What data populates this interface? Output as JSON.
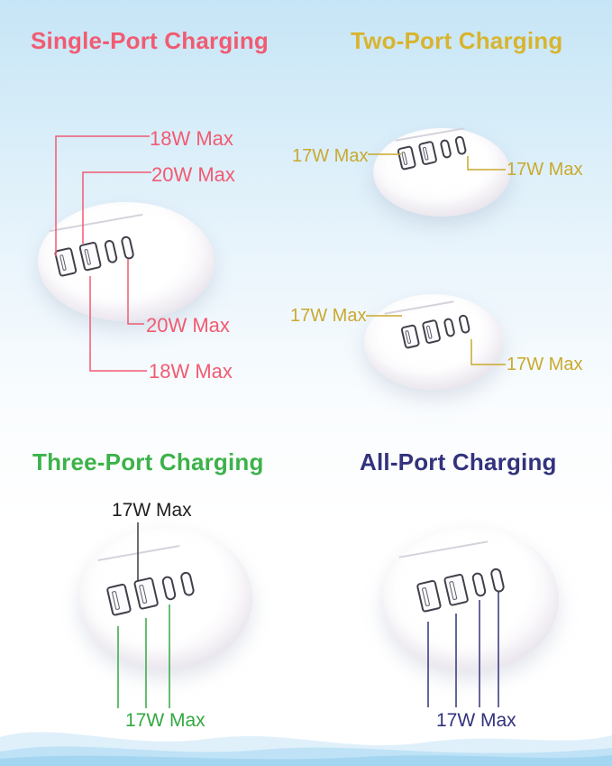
{
  "device": {
    "ports": [
      "usb-a",
      "usb-a",
      "usb-c",
      "usb-c"
    ]
  },
  "sections": {
    "single_port": {
      "title": "Single-Port Charging",
      "accent_color": "#f15b72",
      "callouts": {
        "top_first": "18W Max",
        "top_second": "20W Max",
        "bottom_first": "20W Max",
        "bottom_second": "18W Max"
      }
    },
    "two_port": {
      "title": "Two-Port Charging",
      "accent_color": "#c9a92f",
      "callouts": {
        "charger1_left": "17W Max",
        "charger1_right": "17W Max",
        "charger2_left": "17W Max",
        "charger2_right": "17W Max"
      }
    },
    "three_port": {
      "title": "Three-Port Charging",
      "accent_color": "#3cb24a",
      "top_callout_color": "#1f1f1f",
      "callouts": {
        "top": "17W Max",
        "bottom": "17W Max"
      }
    },
    "all_port": {
      "title": "All-Port Charging",
      "accent_color": "#32327d",
      "callouts": {
        "bottom": "17W Max"
      }
    }
  }
}
